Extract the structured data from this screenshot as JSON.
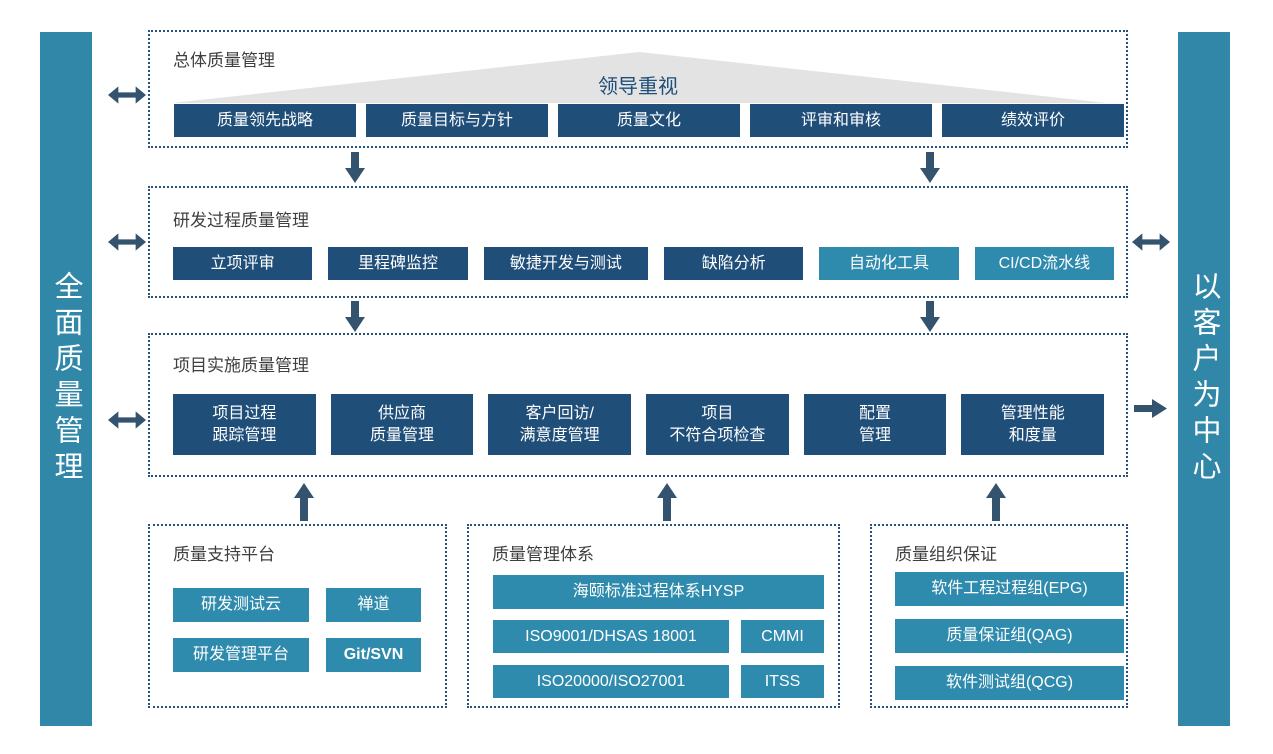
{
  "colors": {
    "navy_button": "#1F4E79",
    "teal_button": "#2F8BAD",
    "side_bar": "#3187A8",
    "arrow": "#34536F",
    "banner_triangle": "#E3E3E3",
    "dotted_border": "#24527D",
    "section_title_text": "#3F3F3F",
    "background": "#FFFFFF"
  },
  "icons": {
    "double_arrow": "horizontal-double-headed-arrow",
    "down_arrow": "downward-arrow",
    "up_arrow": "upward-arrow",
    "right_arrow": "rightward-arrow"
  },
  "left_bar": {
    "label": "全面质量管理"
  },
  "right_bar": {
    "label": "以客户为中心"
  },
  "sections": [
    {
      "title": "总体质量管理",
      "banner": "领导重视",
      "buttons": [
        {
          "label": "质量领先战略"
        },
        {
          "label": "质量目标与方针"
        },
        {
          "label": "质量文化"
        },
        {
          "label": "评审和审核"
        },
        {
          "label": "绩效评价"
        }
      ]
    },
    {
      "title": "研发过程质量管理",
      "buttons": [
        {
          "label": "立项评审",
          "style": "navy"
        },
        {
          "label": "里程碑监控",
          "style": "navy"
        },
        {
          "label": "敏捷开发与测试",
          "style": "navy"
        },
        {
          "label": "缺陷分析",
          "style": "navy"
        },
        {
          "label": "自动化工具",
          "style": "teal"
        },
        {
          "label": "CI/CD流水线",
          "style": "teal"
        }
      ]
    },
    {
      "title": "项目实施质量管理",
      "buttons": [
        {
          "line1": "项目过程",
          "line2": "跟踪管理"
        },
        {
          "line1": "供应商",
          "line2": "质量管理"
        },
        {
          "line1": "客户回访/",
          "line2": "满意度管理"
        },
        {
          "line1": "项目",
          "line2": "不符合项检查"
        },
        {
          "line1": "配置",
          "line2": "管理"
        },
        {
          "line1": "管理性能",
          "line2": "和度量"
        }
      ]
    }
  ],
  "bottom_boxes": [
    {
      "title": "质量支持平台",
      "buttons": [
        {
          "label": "研发测试云"
        },
        {
          "label": "禅道"
        },
        {
          "label": "研发管理平台"
        },
        {
          "label": "Git/SVN",
          "bold": true
        }
      ]
    },
    {
      "title": "质量管理体系",
      "buttons": [
        {
          "label": "海颐标准过程体系HYSP"
        },
        {
          "label": "ISO9001/DHSAS 18001"
        },
        {
          "label": "CMMI"
        },
        {
          "label": "ISO20000/ISO27001"
        },
        {
          "label": "ITSS"
        }
      ]
    },
    {
      "title": "质量组织保证",
      "buttons": [
        {
          "label": "软件工程过程组(EPG)"
        },
        {
          "label": "质量保证组(QAG)"
        },
        {
          "label": "软件测试组(QCG)"
        }
      ]
    }
  ]
}
